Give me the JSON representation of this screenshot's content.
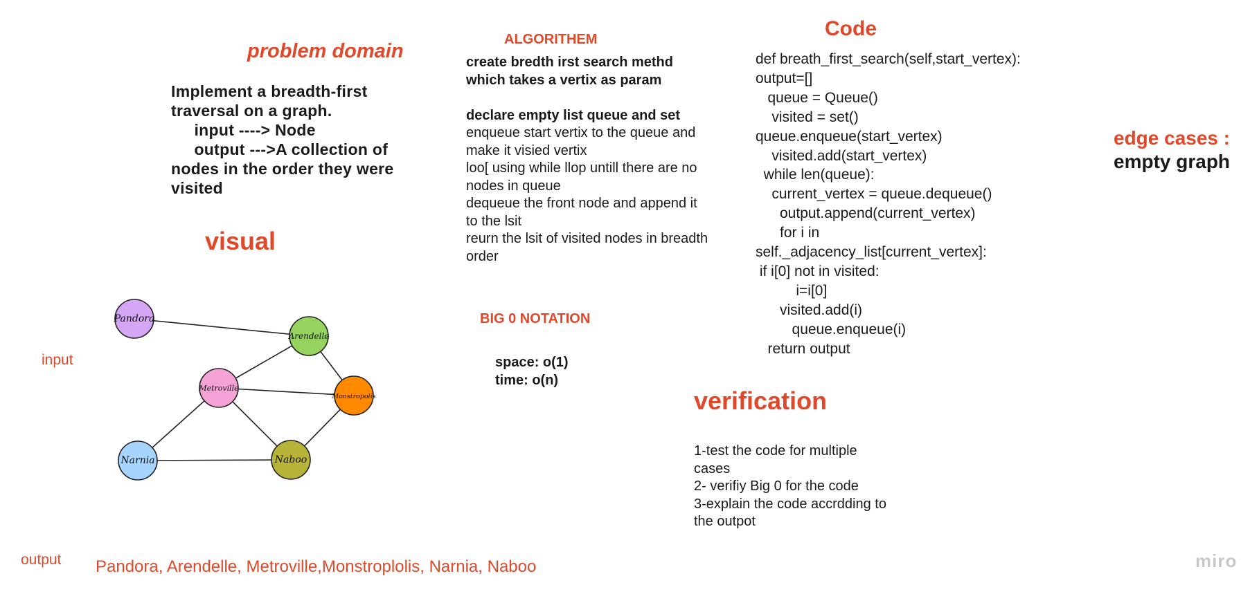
{
  "problem_domain": {
    "heading": "problem domain",
    "lines": [
      "Implement a breadth-first",
      "traversal on a graph.",
      "     input ----> Node",
      "     output --->A collection of",
      "nodes in the order they were",
      "visited"
    ]
  },
  "algorithm": {
    "heading": "ALGORITHEM",
    "bold_lines": [
      "create bredth irst search methd",
      "which takes a vertix as param",
      "",
      "declare empty list queue and set"
    ],
    "lines": [
      "enqueue start vertix to the queue and",
      "make it visied vertix",
      "loo[ using while llop untill there are no",
      "nodes in queue",
      "dequeue the front node and append it",
      "to the lsit",
      "reurn the lsit of visited nodes in breadth",
      "order"
    ]
  },
  "big_o": {
    "heading": "BIG 0 NOTATION",
    "space": "space: o(1)",
    "time": "time: o(n)"
  },
  "code": {
    "heading": "Code",
    "lines": [
      "def breath_first_search(self,start_vertex):",
      "output=[]",
      "   queue = Queue()",
      "    visited = set()",
      "queue.enqueue(start_vertex)",
      "    visited.add(start_vertex)",
      "  while len(queue):",
      "    current_vertex = queue.dequeue()",
      "      output.append(current_vertex)",
      "      for i in",
      "self._adjacency_list[current_vertex]:",
      " if i[0] not in visited:",
      "          i=i[0]",
      "      visited.add(i)",
      "         queue.enqueue(i)",
      "   return output"
    ]
  },
  "edge_cases": {
    "heading": "edge cases :",
    "value": "empty graph"
  },
  "visual": {
    "heading": "visual",
    "input_label": "input",
    "output_label": "output",
    "output_value": "Pandora, Arendelle, Metroville,Monstroplolis, Narnia, Naboo"
  },
  "graph": {
    "nodes": [
      {
        "id": "pandora",
        "label": "Pandora",
        "color": "#d5a6f5"
      },
      {
        "id": "arendelle",
        "label": "Arendelle",
        "color": "#96d35f"
      },
      {
        "id": "metroville",
        "label": "Metroville",
        "color": "#f5a3d6"
      },
      {
        "id": "monstropolis",
        "label": "Monstropolis",
        "color": "#ff8a00"
      },
      {
        "id": "narnia",
        "label": "Narnia",
        "color": "#a6d4ff"
      },
      {
        "id": "naboo",
        "label": "Naboo",
        "color": "#b8b43a"
      }
    ],
    "edges": [
      [
        "pandora",
        "arendelle"
      ],
      [
        "arendelle",
        "metroville"
      ],
      [
        "arendelle",
        "monstropolis"
      ],
      [
        "metroville",
        "monstropolis"
      ],
      [
        "metroville",
        "narnia"
      ],
      [
        "metroville",
        "naboo"
      ],
      [
        "monstropolis",
        "naboo"
      ],
      [
        "narnia",
        "naboo"
      ]
    ]
  },
  "verification": {
    "heading": "verification",
    "lines": [
      "1-test the code for multiple",
      "cases",
      "2- verifiy Big 0 for the code",
      "3-explain the code accrdding to",
      "the outpot"
    ]
  },
  "branding": {
    "logo": "miro"
  },
  "colors": {
    "accent": "#e0482a",
    "logo": "#c8c8c8"
  }
}
